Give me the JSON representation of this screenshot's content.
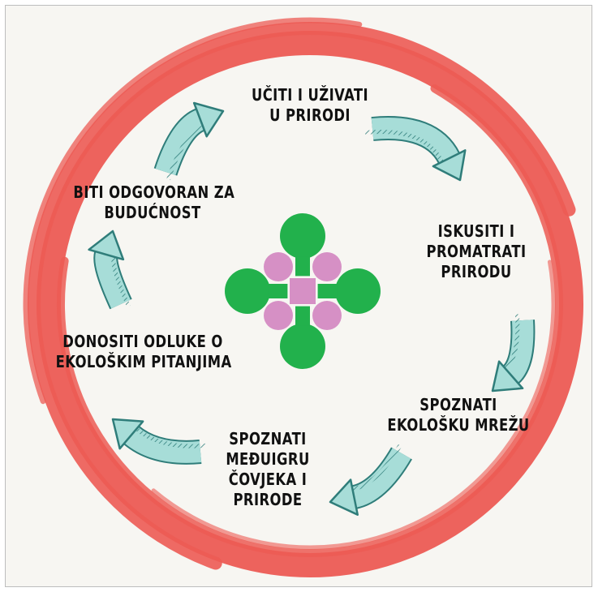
{
  "colors": {
    "ring": "#ec5b54",
    "arrow_fill": "#a7ddd8",
    "arrow_stroke": "#2f7d7a",
    "center_green": "#22b14c",
    "center_pink": "#d690c5",
    "background": "#f7f6f2"
  },
  "steps": [
    {
      "lines": [
        "UČITI I UŽIVATI",
        "U PRIRODI"
      ]
    },
    {
      "lines": [
        "ISKUSITI I",
        "PROMATRATI",
        "PRIRODU"
      ]
    },
    {
      "lines": [
        "SPOZNATI",
        "EKOLOŠKU MREŽU"
      ]
    },
    {
      "lines": [
        "SPOZNATI",
        "MEĐUIGRU",
        "ČOVJEKA I",
        "PRIRODE"
      ]
    },
    {
      "lines": [
        "DONOSITI ODLUKE O",
        "EKOLOŠKIM PITANJIMA"
      ]
    },
    {
      "lines": [
        "BITI ODGOVORAN ZA",
        "BUDUĆNOST"
      ]
    }
  ],
  "center_icon": "flower-network-icon",
  "arrow_icon": "curved-arrow-icon"
}
